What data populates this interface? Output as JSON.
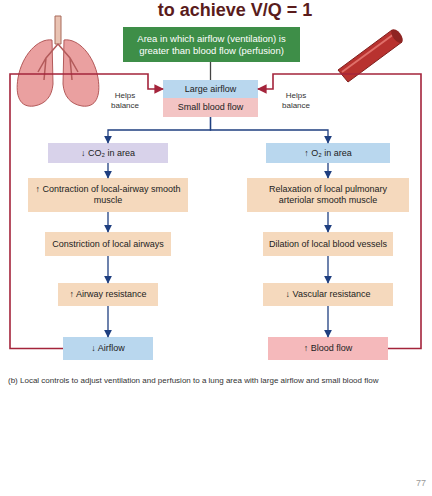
{
  "diagram": {
    "title": "to achieve V/Q = 1",
    "caption": "(b) Local controls to adjust ventilation and perfusion to a lung area with large airflow and small blood flow",
    "nodes": [
      {
        "text": [
          "Area in which airflow (ventilation) is greater than blood flow (perfusion)"
        ]
      },
      {
        "text": [
          "Large airflow"
        ]
      },
      {
        "text": [
          "Small blood flow"
        ]
      },
      {
        "text": [
          "↓ CO₂ in area"
        ]
      },
      {
        "text": [
          "↑ Contraction of local-airway smooth muscle"
        ]
      },
      {
        "text": [
          "Constriction of local airways"
        ]
      },
      {
        "text": [
          "↑ Airway resistance"
        ]
      },
      {
        "text": [
          "↓ Airflow"
        ]
      },
      {
        "text": [
          "↑ O₂ in area"
        ]
      },
      {
        "text": [
          "Relaxation of local pulmonary arteriolar smooth muscle"
        ]
      },
      {
        "text": [
          "Dilation of local blood vessels"
        ]
      },
      {
        "text": [
          "↓ Vascular resistance"
        ]
      },
      {
        "text": [
          "↑ Blood flow"
        ]
      }
    ],
    "edges": [
      {
        "from": 0,
        "to": 1,
        "arrow": "none"
      },
      {
        "from": 2,
        "to": 3,
        "arrow": "to"
      },
      {
        "from": 2,
        "to": 8,
        "arrow": "to"
      },
      {
        "from": 3,
        "to": 4,
        "arrow": "to"
      },
      {
        "from": 4,
        "to": 5,
        "arrow": "to"
      },
      {
        "from": 5,
        "to": 6,
        "arrow": "to"
      },
      {
        "from": 6,
        "to": 7,
        "arrow": "to"
      },
      {
        "from": 8,
        "to": 9,
        "arrow": "to"
      },
      {
        "from": 9,
        "to": 10,
        "arrow": "to"
      },
      {
        "from": 10,
        "to": 11,
        "arrow": "to"
      },
      {
        "from": 11,
        "to": 12,
        "arrow": "to"
      },
      {
        "from": 7,
        "to": 1,
        "arrow": "to"
      },
      {
        "from": 12,
        "to": 1,
        "arrow": "to"
      }
    ],
    "labels": [
      "Helps balance",
      "Helps balance",
      "77"
    ]
  }
}
